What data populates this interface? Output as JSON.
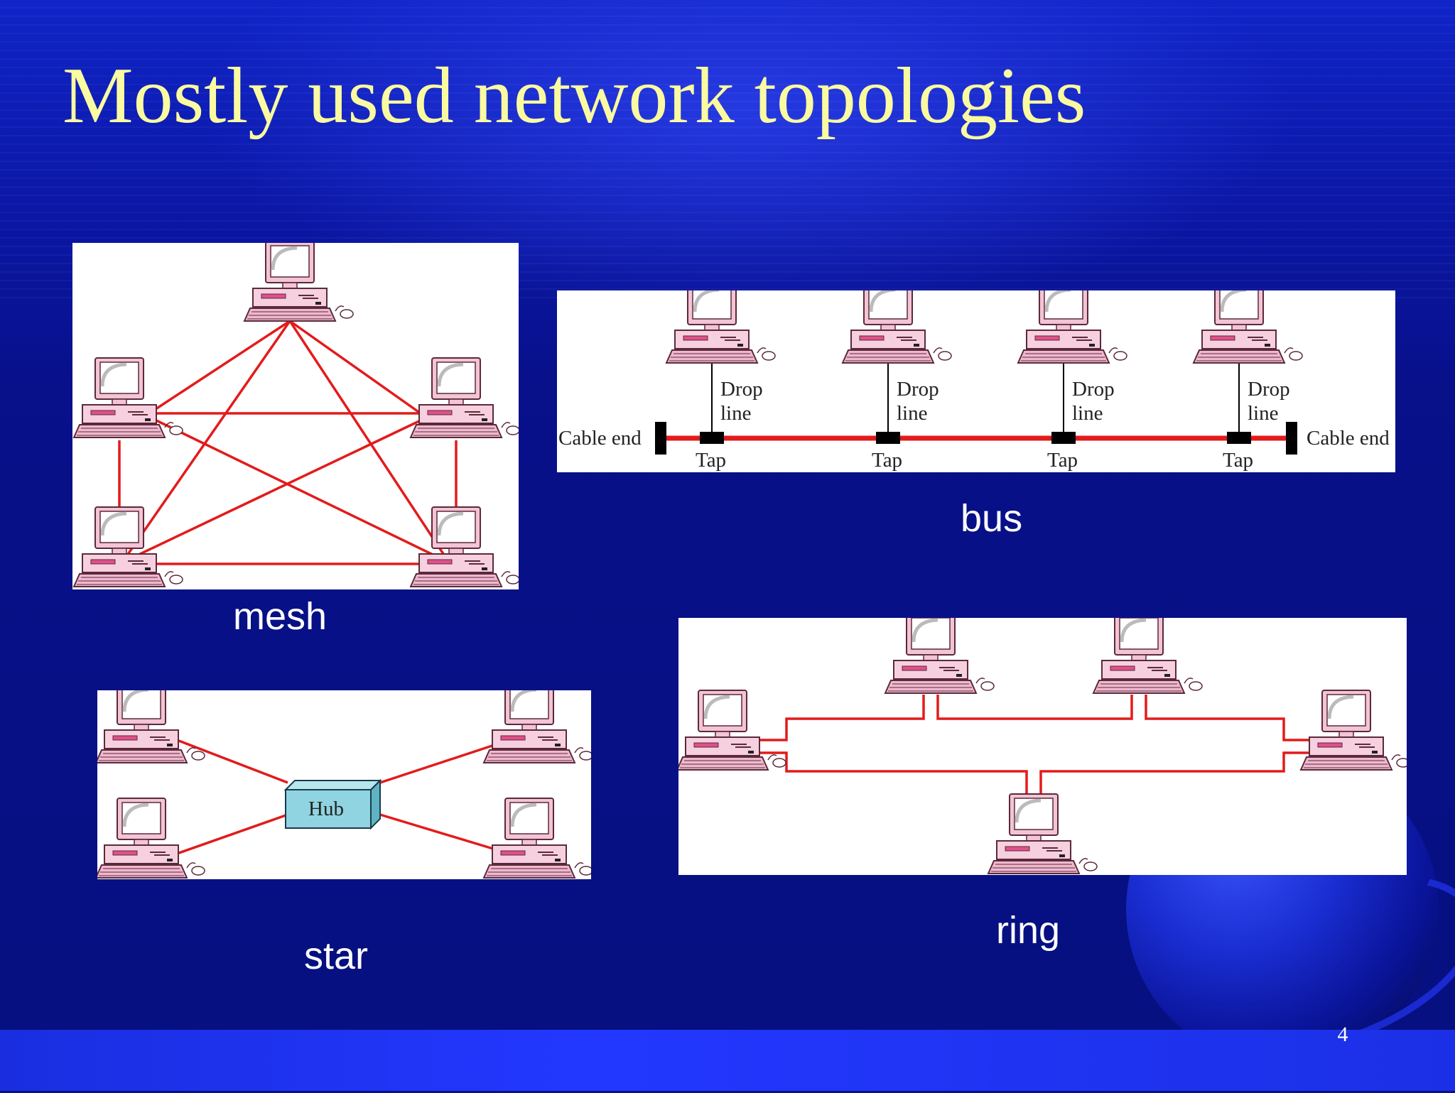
{
  "slide": {
    "title": "Mostly used network topologies",
    "page_number": "4"
  },
  "captions": {
    "mesh": "mesh",
    "bus": "bus",
    "star": "star",
    "ring": "ring"
  },
  "bus": {
    "cable_end_left": "Cable end",
    "cable_end_right": "Cable end",
    "drop_line_top": "Drop",
    "drop_line_bottom": "line",
    "tap": "Tap"
  },
  "star": {
    "hub_label": "Hub"
  },
  "colors": {
    "link": "#e31b1b",
    "computer_body": "#f7c6d8",
    "computer_outline": "#5a2a3a",
    "hub": "#8fd4e0",
    "title": "#fafaa0"
  }
}
